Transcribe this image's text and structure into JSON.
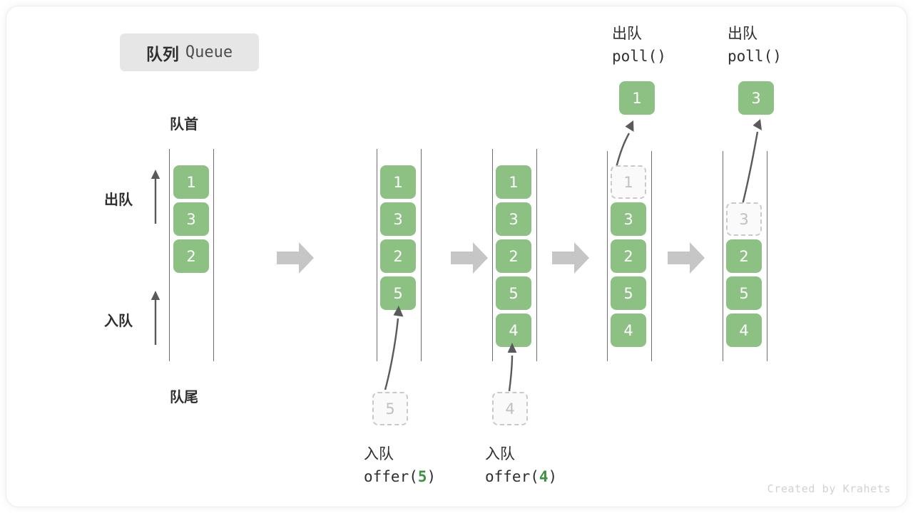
{
  "title": {
    "cn": "队列",
    "en": "Queue"
  },
  "labels": {
    "head": "队首",
    "tail": "队尾",
    "dequeue": "出队",
    "enqueue": "入队"
  },
  "colors": {
    "cell_fill": "#8cc183",
    "cell_text": "#ffffff",
    "ghost_fill": "#fafafa",
    "ghost_border": "#c9c9c9",
    "ghost_text": "#c0c0c0",
    "rail": "#6f6f6f",
    "step_arrow": "#c6c6c6",
    "thin_arrow": "#5a5a5a",
    "accent_green": "#3f9142",
    "title_chip_bg": "#e6e6e6",
    "text": "#2f2f2f"
  },
  "steps": [
    {
      "id": "initial",
      "cells": [
        "1",
        "3",
        "2"
      ],
      "ghost_index": null,
      "side_labels": [
        "队首",
        "出队",
        "入队",
        "队尾"
      ],
      "caption_cn": "",
      "caption_code": "",
      "popped": null,
      "pop_label_cn": "",
      "pop_label_code": ""
    },
    {
      "id": "offer-5",
      "cells": [
        "1",
        "3",
        "2",
        "5"
      ],
      "ghost_index": null,
      "incoming": "5",
      "caption_cn": "入队",
      "caption_code_pre": "offer(",
      "caption_code_arg": "5",
      "caption_code_post": ")",
      "popped": null
    },
    {
      "id": "offer-4",
      "cells": [
        "1",
        "3",
        "2",
        "5",
        "4"
      ],
      "ghost_index": null,
      "incoming": "4",
      "caption_cn": "入队",
      "caption_code_pre": "offer(",
      "caption_code_arg": "4",
      "caption_code_post": ")",
      "popped": null
    },
    {
      "id": "poll-1",
      "cells": [
        "1",
        "3",
        "2",
        "5",
        "4"
      ],
      "ghost_index": 0,
      "popped": "1",
      "pop_label_cn": "出队",
      "pop_label_code": "poll()"
    },
    {
      "id": "poll-3",
      "cells": [
        "3",
        "2",
        "5",
        "4"
      ],
      "ghost_index": 0,
      "popped": "3",
      "pop_label_cn": "出队",
      "pop_label_code": "poll()"
    }
  ],
  "watermark": "Created by Krahets"
}
